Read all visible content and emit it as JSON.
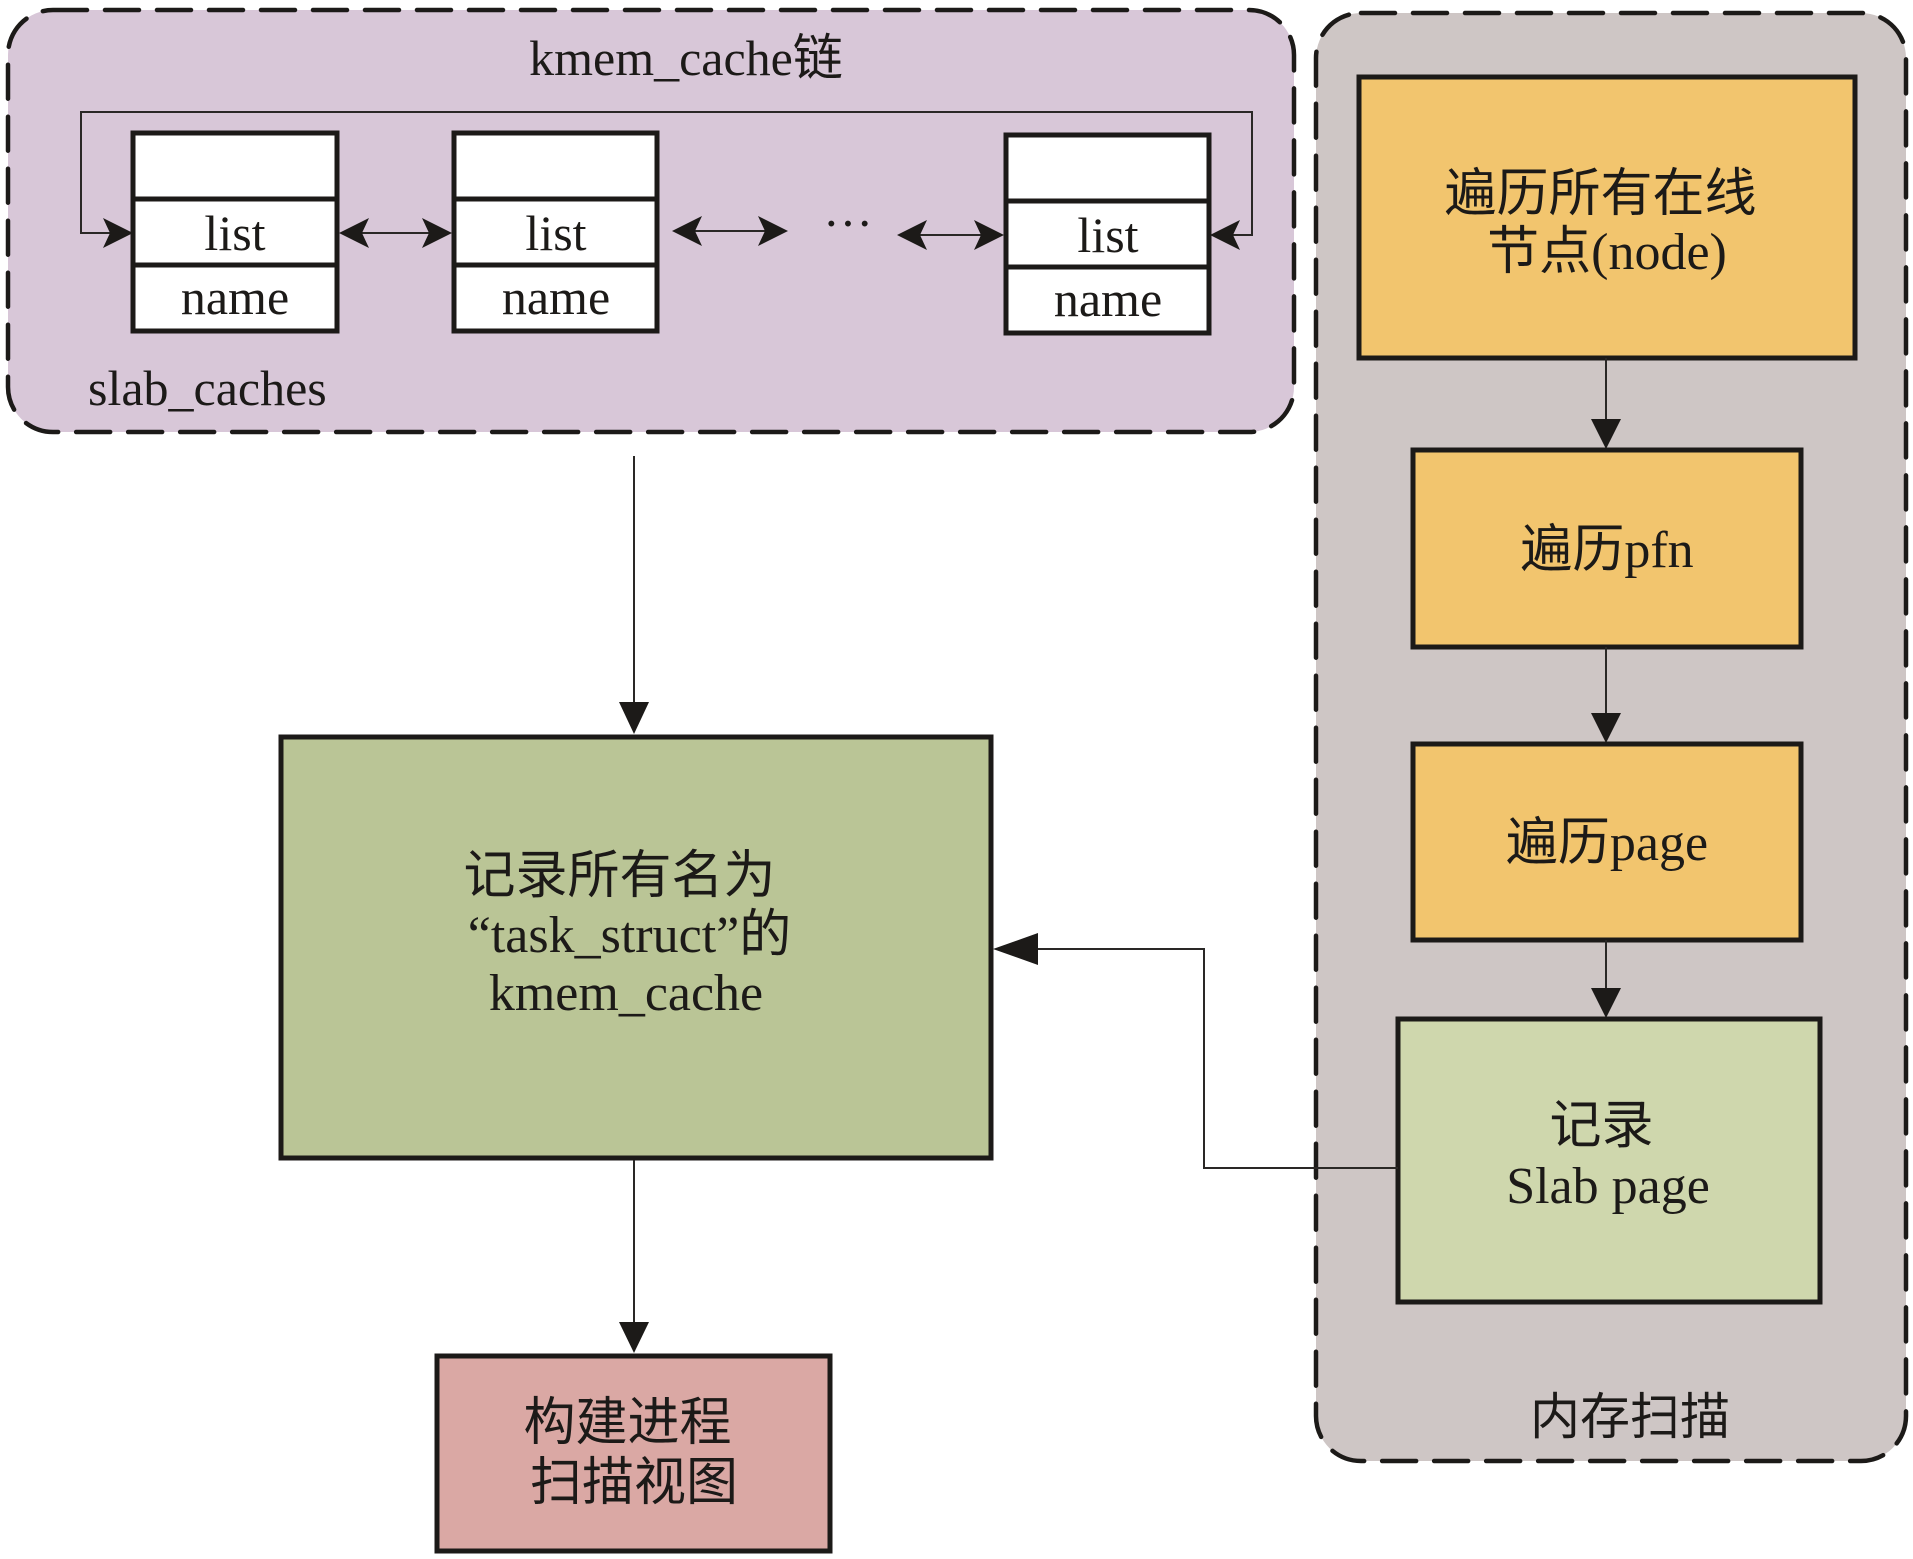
{
  "diagram": {
    "title": "kmem_cache链",
    "colors": {
      "slab_panel": "#D8C7D8",
      "scan_panel": "#CEC6C5",
      "traverse_box": "#F2C56E",
      "record_slab_box": "#CFD7AD",
      "record_cache_box": "#BAC596",
      "build_view_box": "#DAA8A4",
      "ink": "#1C1A18"
    },
    "slab_caches": {
      "label": "slab_caches",
      "ellipsis": "···",
      "nodes": [
        {
          "field_list": "list",
          "field_name": "name"
        },
        {
          "field_list": "list",
          "field_name": "name"
        },
        {
          "field_list": "list",
          "field_name": "name"
        }
      ]
    },
    "memory_scan": {
      "label": "内存扫描",
      "steps": [
        {
          "lines": [
            "遍历所有在线",
            "节点(node)"
          ]
        },
        {
          "lines": [
            "遍历pfn"
          ]
        },
        {
          "lines": [
            "遍历page"
          ]
        },
        {
          "lines": [
            "记录",
            "Slab page"
          ]
        }
      ]
    },
    "record_cache": {
      "lines": [
        "记录所有名为",
        "“task_struct”的",
        "kmem_cache"
      ]
    },
    "build_view": {
      "lines": [
        "构建进程",
        "扫描视图"
      ]
    }
  }
}
